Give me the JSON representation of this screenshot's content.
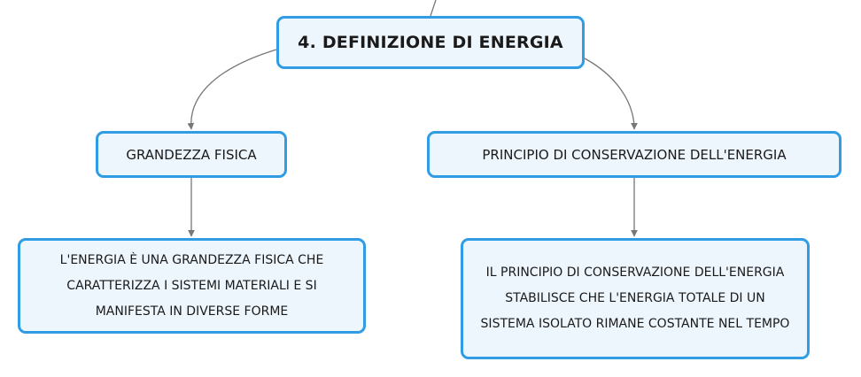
{
  "root": {
    "label": "4. DEFINIZIONE DI ENERGIA"
  },
  "branches": [
    {
      "label": "GRANDEZZA FISICA",
      "detail": "L'ENERGIA È UNA GRANDEZZA FISICA CHE CARATTERIZZA I SISTEMI MATERIALI E SI MANIFESTA IN DIVERSE FORME"
    },
    {
      "label": "PRINCIPIO DI CONSERVAZIONE DELL'ENERGIA",
      "detail": "IL PRINCIPIO DI CONSERVAZIONE DELL'ENERGIA STABILISCE CHE L'ENERGIA TOTALE DI UN SISTEMA ISOLATO RIMANE COSTANTE NEL TEMPO"
    }
  ],
  "colors": {
    "node_border": "#2f9ce3",
    "node_fill": "#eef6fd",
    "connector": "#777777",
    "text": "#1a1a1a"
  }
}
